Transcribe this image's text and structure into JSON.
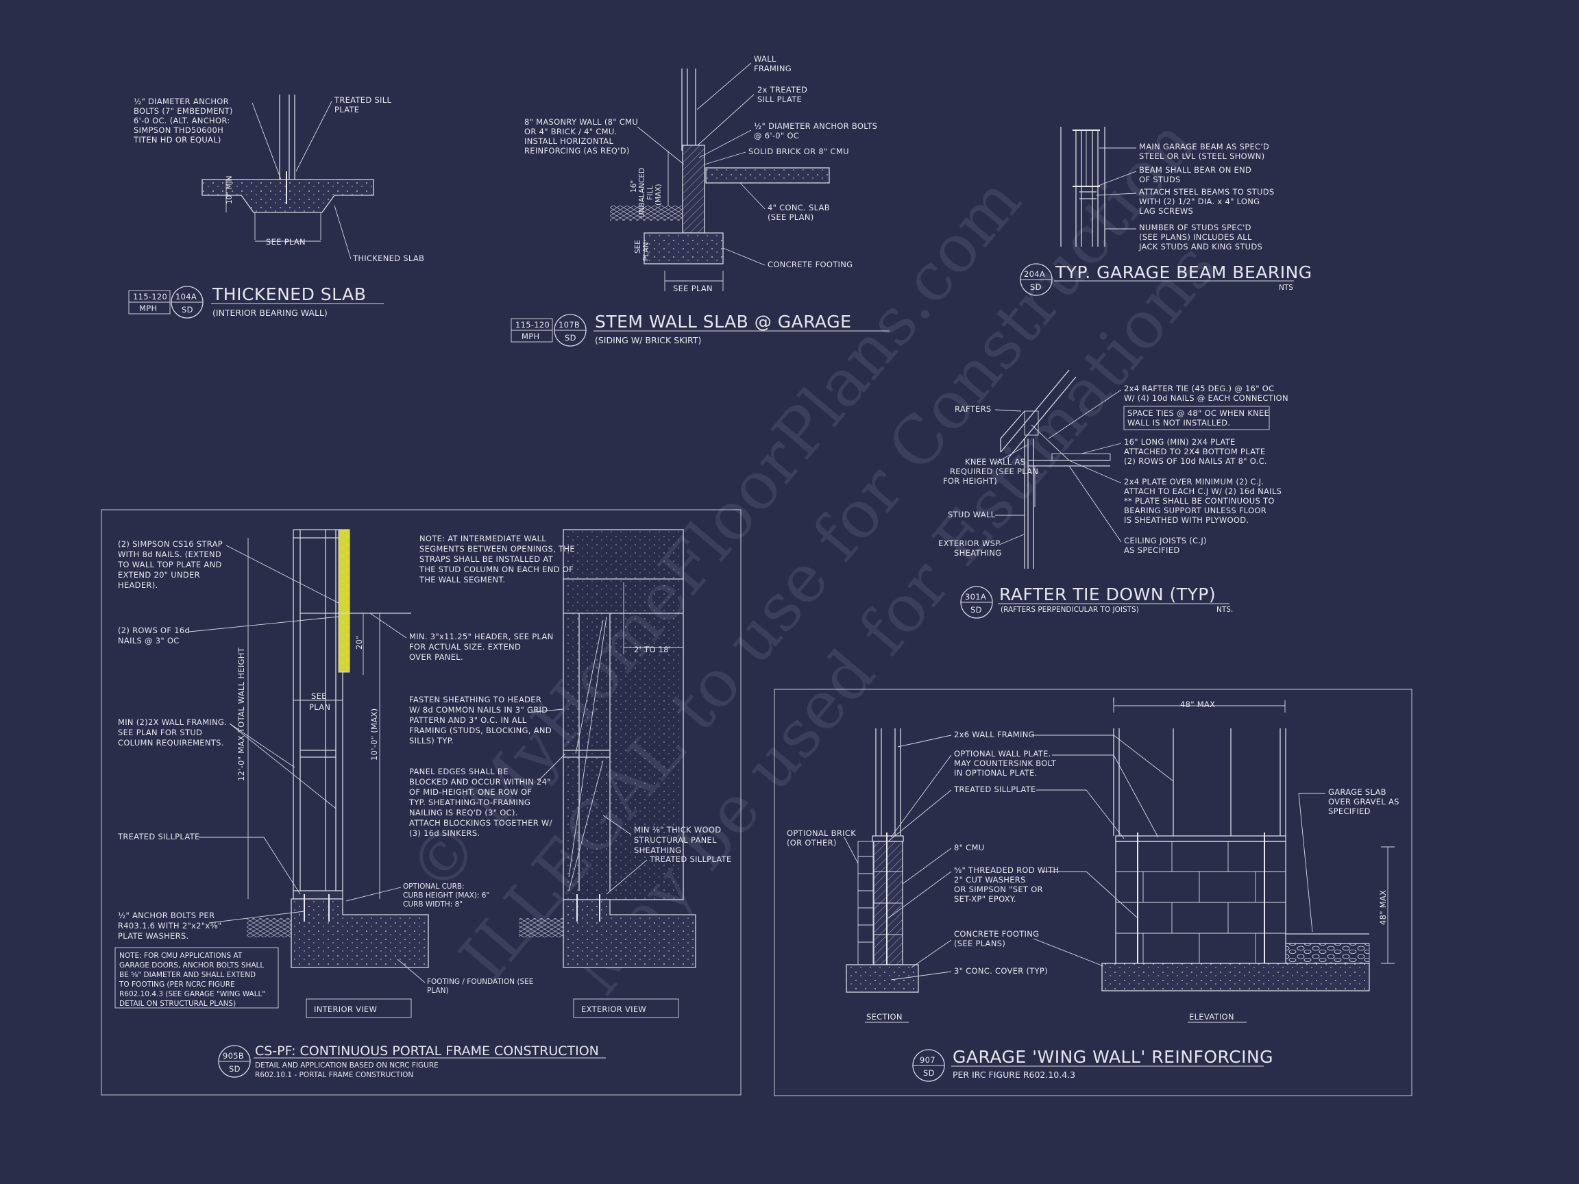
{
  "watermark": {
    "line1": "© MyHomeFloorPlans.com",
    "line2": "ILLEGAL to use for Construction",
    "line3": "May be used for Estimations"
  },
  "d104a": {
    "title": "THICKENED SLAB",
    "subtitle": "(INTERIOR BEARING WALL)",
    "mph": "115-120",
    "mph_unit": "MPH",
    "num": "104A",
    "sheet": "SD",
    "anchor_note": [
      "½\" DIAMETER ANCHOR",
      "BOLTS (7\" EMBEDMENT)",
      "6'-0 OC. (ALT. ANCHOR:",
      "SIMPSON THD50600H",
      "TITEN HD OR EQUAL)"
    ],
    "sill_note": [
      "TREATED SILL",
      "PLATE"
    ],
    "min_note": "10\" MIN",
    "see_plan": "SEE PLAN",
    "thick_note": "THICKENED SLAB"
  },
  "d107b": {
    "title": "STEM WALL SLAB @ GARAGE",
    "subtitle": "(SIDING W/ BRICK SKIRT)",
    "mph": "115-120",
    "mph_unit": "MPH",
    "num": "107B",
    "sheet": "SD",
    "wall_framing": [
      "WALL",
      "FRAMING"
    ],
    "treated": [
      "2x TREATED",
      "SILL PLATE"
    ],
    "masonry": [
      "8\" MASONRY WALL (8\" CMU",
      "OR 4\" BRICK / 4\" CMU.",
      "INSTALL HORIZONTAL",
      "REINFORCING (AS REQ'D)"
    ],
    "anchor": [
      "½\" DIAMETER ANCHOR BOLTS",
      "@ 6'-0\" OC"
    ],
    "solid": "SOLID BRICK OR 8\" CMU",
    "fill": [
      "16\"",
      "UNBALANCED",
      "FILL",
      "(MAX)"
    ],
    "slab": [
      "4\" CONC. SLAB",
      "(SEE PLAN)"
    ],
    "see_plan_v": [
      "SEE",
      "PLAN"
    ],
    "footing": "CONCRETE FOOTING",
    "see_plan": "SEE PLAN"
  },
  "d204a": {
    "title": "TYP. GARAGE BEAM BEARING",
    "num": "204A",
    "sheet": "SD",
    "nts": "NTS",
    "n1": [
      "MAIN GARAGE BEAM AS SPEC'D",
      "STEEL OR LVL (STEEL SHOWN)"
    ],
    "n2": [
      "BEAM SHALL BEAR ON END",
      "OF STUDS"
    ],
    "n3": [
      "ATTACH STEEL BEAMS TO STUDS",
      "WITH (2) 1/2\" DIA. x 4\" LONG",
      "LAG SCREWS"
    ],
    "n4": [
      "NUMBER OF STUDS SPEC'D",
      "(SEE PLANS) INCLUDES ALL",
      "JACK STUDS AND KING STUDS"
    ]
  },
  "d301a": {
    "title": "RAFTER TIE DOWN (TYP)",
    "subtitle": "(RAFTERS PERPENDICULAR TO JOISTS)",
    "num": "301A",
    "sheet": "SD",
    "nts": "NTS.",
    "rafters": "RAFTERS",
    "knee": [
      "KNEE WALL AS",
      "REQUIRED (SEE PLAN",
      "FOR HEIGHT)"
    ],
    "stud": "STUD WALL",
    "ext": [
      "EXTERIOR WSP",
      "SHEATHING"
    ],
    "r1": [
      "2x4 RAFTER TIE (45 DEG.) @ 16\" OC",
      "W/ (4) 10d NAILS @ EACH CONNECTION"
    ],
    "r2": [
      "SPACE TIES @ 48\" OC WHEN KNEE",
      "WALL IS NOT INSTALLED."
    ],
    "r3": [
      "16\" LONG (MIN) 2X4 PLATE",
      "ATTACHED TO 2X4 BOTTOM PLATE",
      "(2) ROWS OF 10d NAILS AT 8\" O.C."
    ],
    "r4": [
      "2x4 PLATE OVER MINIMUM (2) C.J.",
      "ATTACH TO EACH C.J W/ (2) 16d NAILS",
      "** PLATE SHALL BE CONTINUOUS TO",
      "BEARING SUPPORT UNLESS FLOOR",
      "IS SHEATHED WITH PLYWOOD."
    ],
    "r5": [
      "CEILING JOISTS (C.J)",
      "AS SPECIFIED"
    ]
  },
  "d905b": {
    "title": "CS-PF: CONTINUOUS PORTAL FRAME CONSTRUCTION",
    "subtitle1": "DETAIL AND APPLICATION BASED ON NCRC FIGURE",
    "subtitle2": "R602.10.1 - PORTAL FRAME CONSTRUCTION",
    "num": "905B",
    "sheet": "SD",
    "strap": [
      "(2) SIMPSON CS16 STRAP",
      "WITH 8d NAILS. (EXTEND",
      "TO WALL TOP PLATE AND",
      "EXTEND 20\" UNDER",
      "HEADER)."
    ],
    "rows": [
      "(2) ROWS OF 16d",
      "NAILS @ 3\" OC"
    ],
    "min2x": [
      "MIN (2)2X WALL FRAMING.",
      "SEE PLAN FOR STUD",
      "COLUMN REQUIREMENTS."
    ],
    "treated": "TREATED SILLPLATE",
    "anchor": [
      "½\" ANCHOR BOLTS PER",
      "R403.1.6 WITH 2\"x2\"x⅜\"",
      "PLATE WASHERS."
    ],
    "note_box": [
      "NOTE: FOR CMU APPLICATIONS AT",
      "GARAGE DOORS, ANCHOR BOLTS SHALL",
      "BE ⅝\" DIAMETER AND SHALL EXTEND",
      "TO FOOTING (PER NCRC FIGURE",
      "R602.10.4.3 (SEE GARAGE \"WING WALL\"",
      "DETAIL ON STRUCTURAL PLANS)"
    ],
    "total_height": "12'-0\" MAX TOTAL WALL HEIGHT",
    "see_plan": [
      "SEE",
      "PLAN"
    ],
    "ten_max": "10'-0\" (MAX)",
    "twenty": "20\"",
    "note_inter": [
      "NOTE: AT INTERMEDIATE WALL",
      "SEGMENTS BETWEEN OPENINGS, THE",
      "STRAPS SHALL BE INSTALLED AT",
      "THE STUD COLUMN ON EACH END OF",
      "THE WALL SEGMENT."
    ],
    "header": [
      "MIN. 3\"x11.25\" HEADER, SEE PLAN",
      "FOR ACTUAL SIZE. EXTEND",
      "OVER PANEL."
    ],
    "fasten": [
      "FASTEN SHEATHING TO HEADER",
      "W/ 8d COMMON NAILS IN 3\" GRID",
      "PATTERN AND 3\" O.C. IN ALL",
      "FRAMING (STUDS, BLOCKING, AND",
      "SILLS) TYP."
    ],
    "panel": [
      "PANEL EDGES SHALL BE",
      "BLOCKED AND OCCUR WITHIN 24\"",
      "OF MID-HEIGHT.  ONE ROW OF",
      "TYP. SHEATHING-TO-FRAMING",
      "NAILING IS REQ'D (3\" OC).",
      "ATTACH BLOCKINGS TOGETHER W/",
      "(3) 16d SINKERS."
    ],
    "curb": [
      "OPTIONAL CURB:",
      "CURB HEIGHT (MAX): 6\"",
      "CURB WIDTH: 8\""
    ],
    "footing": [
      "FOOTING / FOUNDATION (SEE",
      "PLAN)"
    ],
    "two_eighteen": "2' TO 18'",
    "thick": [
      "MIN ⅜\" THICK WOOD",
      "STRUCTURAL PANEL",
      "SHEATHING"
    ],
    "treated2": "TREATED SILLPLATE",
    "interior": "INTERIOR VIEW",
    "exterior": "EXTERIOR VIEW"
  },
  "d907": {
    "title": "GARAGE 'WING WALL' REINFORCING",
    "subtitle": "PER IRC FIGURE R602.10.4.3",
    "num": "907",
    "sheet": "SD",
    "wall2x6": "2x6 WALL FRAMING",
    "optplate": [
      "OPTIONAL WALL PLATE.",
      "MAY COUNTERSINK BOLT",
      "IN OPTIONAL PLATE."
    ],
    "treated": "TREATED SILLPLATE",
    "brick": [
      "OPTIONAL BRICK",
      "(OR OTHER)"
    ],
    "cmu": "8\" CMU",
    "rod": [
      "⅝\" THREADED ROD WITH",
      "2\" CUT WASHERS",
      "OR SIMPSON \"SET OR",
      "SET-XP\" EPOXY."
    ],
    "footing": [
      "CONCRETE FOOTING",
      "(SEE PLANS)"
    ],
    "cover": "3\" CONC. COVER (TYP)",
    "max48": "48\" MAX",
    "max48v": "48\" MAX",
    "gslab": [
      "GARAGE SLAB",
      "OVER GRAVEL AS",
      "SPECIFIED"
    ],
    "section": "SECTION",
    "elevation": "ELEVATION"
  }
}
